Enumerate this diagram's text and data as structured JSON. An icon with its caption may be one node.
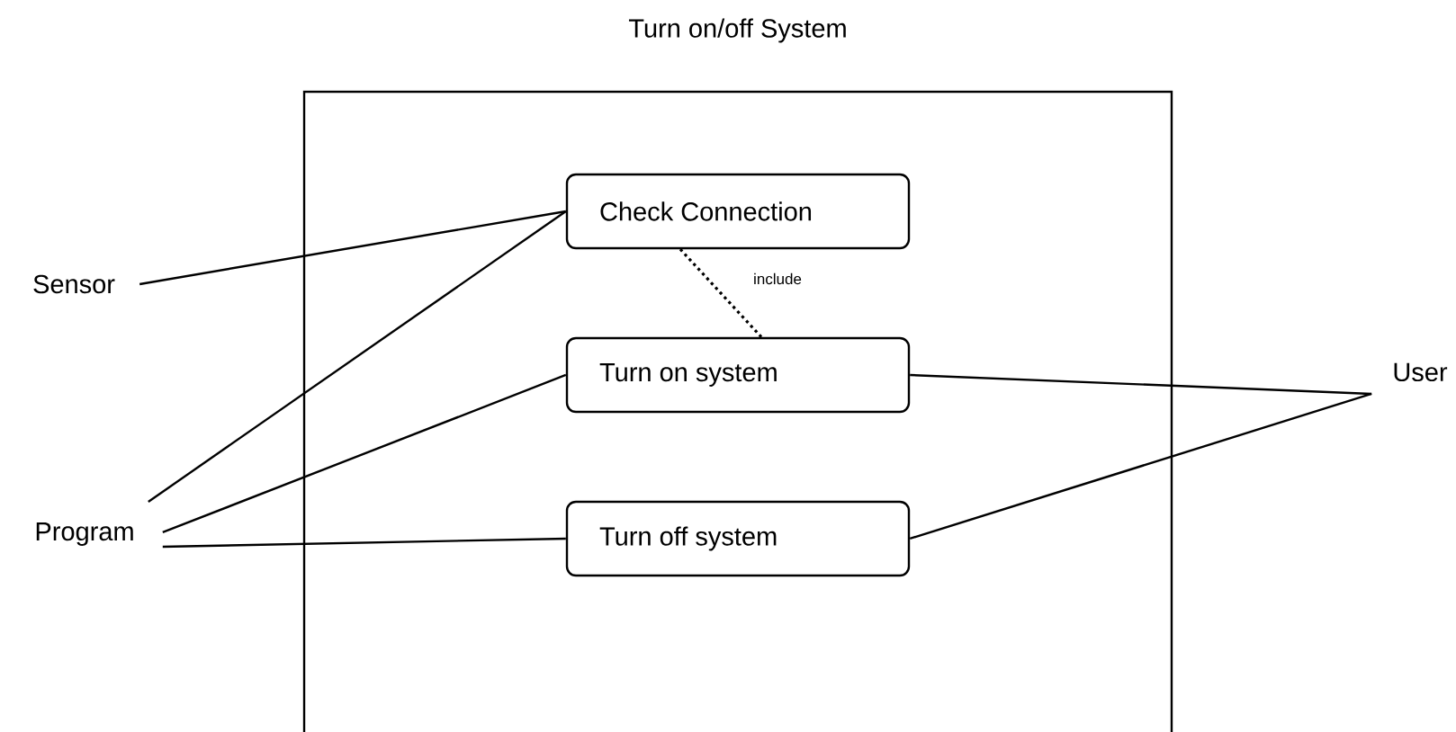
{
  "diagram": {
    "nodes": [
      {
        "text": [
          "Turn on/off System"
        ]
      },
      {
        "text": [
          "Check Connection"
        ],
        "in": 0
      },
      {
        "text": [
          "Turn on system"
        ],
        "in": 0
      },
      {
        "text": [
          "Turn off system"
        ],
        "in": 0
      },
      {
        "text": [
          "Sensor"
        ]
      },
      {
        "text": [
          "Program"
        ]
      },
      {
        "text": [
          "User"
        ]
      }
    ],
    "edges": [
      {
        "from": 4,
        "to": 1,
        "arrow": "none"
      },
      {
        "from": 5,
        "to": 1,
        "arrow": "none"
      },
      {
        "from": 5,
        "to": 2,
        "arrow": "none"
      },
      {
        "from": 5,
        "to": 3,
        "arrow": "none"
      },
      {
        "from": 6,
        "to": 2,
        "arrow": "none"
      },
      {
        "from": 6,
        "to": 3,
        "arrow": "none"
      },
      {
        "from": 1,
        "to": 2,
        "arrow": "none",
        "style": "dashed",
        "label": "include"
      }
    ]
  }
}
